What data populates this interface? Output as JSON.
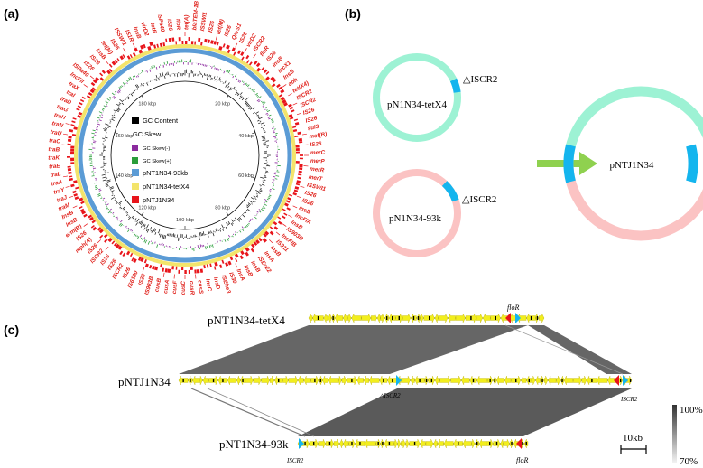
{
  "panels": {
    "a": "(a)",
    "b": "(b)",
    "c": "(c)"
  },
  "circular_map": {
    "ticks": [
      "20 kbp",
      "40 kbp",
      "60 kbp",
      "80 kbp",
      "100 kbp",
      "120 kbp",
      "140 kbp",
      "160 kbp",
      "180 kbp"
    ],
    "legend": [
      {
        "label": "GC Content",
        "color": "#000000",
        "small": false
      },
      {
        "label": "GC Skew",
        "color": null,
        "small": false
      },
      {
        "label": "GC Skew(-)",
        "color": "#8b2a9e",
        "small": true
      },
      {
        "label": "GC Skew(+)",
        "color": "#2a9d3a",
        "small": true
      },
      {
        "label": "pNT1N34-93kb",
        "color": "#5b9bd5",
        "small": false
      },
      {
        "label": "pNT1N34-tetX4",
        "color": "#f3e46b",
        "small": false
      },
      {
        "label": "pNTJ1N34",
        "color": "#e8151b",
        "small": false
      }
    ],
    "genes": [
      "tetR",
      "ISPa40",
      "IS26",
      "floR",
      "tet(A)",
      "blaTEM-1B",
      "ISSWI1",
      "IS26",
      "tet(M)",
      "IS26",
      "QnrS1",
      "IS26",
      "virD2",
      "ISCR2",
      "floR",
      "IS26",
      "InsB",
      "IncX1",
      "InsB",
      "abh",
      "tet(X4)",
      "ISCR2",
      "ISCR2",
      "IS26",
      "IS26",
      "sul3",
      "mef(B)",
      "IS26",
      "merC",
      "merP",
      "merR",
      "merT",
      "ISSWI1",
      "IS26",
      "IS26",
      "InsB",
      "IncFIA",
      "InsB",
      "IS903B",
      "IncFIB",
      "IS911",
      "InsB",
      "InsA",
      "ISEc22",
      "InsB",
      "InsB",
      "InsA",
      "IS30",
      "ISEhe3",
      "InsD",
      "InsC",
      "cusS",
      "cusR",
      "cusC",
      "cusF",
      "cusA",
      "cusB",
      "IS903B",
      "IS26",
      "IS6100",
      "IS26",
      "ISCR2",
      "IS26",
      "IS26",
      "ISCR2",
      "IS26",
      "mph(A)",
      "IS26",
      "erm(B)",
      "InsB",
      "InsB",
      "traM",
      "traJ",
      "traY",
      "traA",
      "traL",
      "traE",
      "traK",
      "traB",
      "traC",
      "traU",
      "traN",
      "traH",
      "traG",
      "traD",
      "traI",
      "traX",
      "IncFII",
      "ISPa40",
      "IS26",
      "IS26",
      "InsB",
      "tet(M)",
      "IS26",
      "ISSWI1",
      "IS1R",
      "InsB",
      "virD2"
    ]
  },
  "schematic": {
    "plasmid_1": "pN1N34-tetX4",
    "plasmid_2": "pN1N34-93k",
    "result": "pNTJ1N34",
    "delta_1": "△ISCR2",
    "delta_2": "△ISCR2",
    "colors": {
      "green": "#9df2d4",
      "pink": "#fbc3c3",
      "blue": "#14b5ee",
      "arrow": "#8fd14f"
    }
  },
  "alignment": {
    "track_1": "pNT1N34-tetX4",
    "track_2": "pNTJ1N34",
    "track_3": "pNT1N34-93k",
    "labels": {
      "floR_top": "floR",
      "iscr2_mid_left": "△ISCR2",
      "iscr2_mid_right": "ISCR2",
      "iscr2_bottom": "ISCR2",
      "floR_bottom": "floR"
    },
    "identity_scale": {
      "max": "100%",
      "min": "70%"
    },
    "scale_bar": "10kb"
  }
}
